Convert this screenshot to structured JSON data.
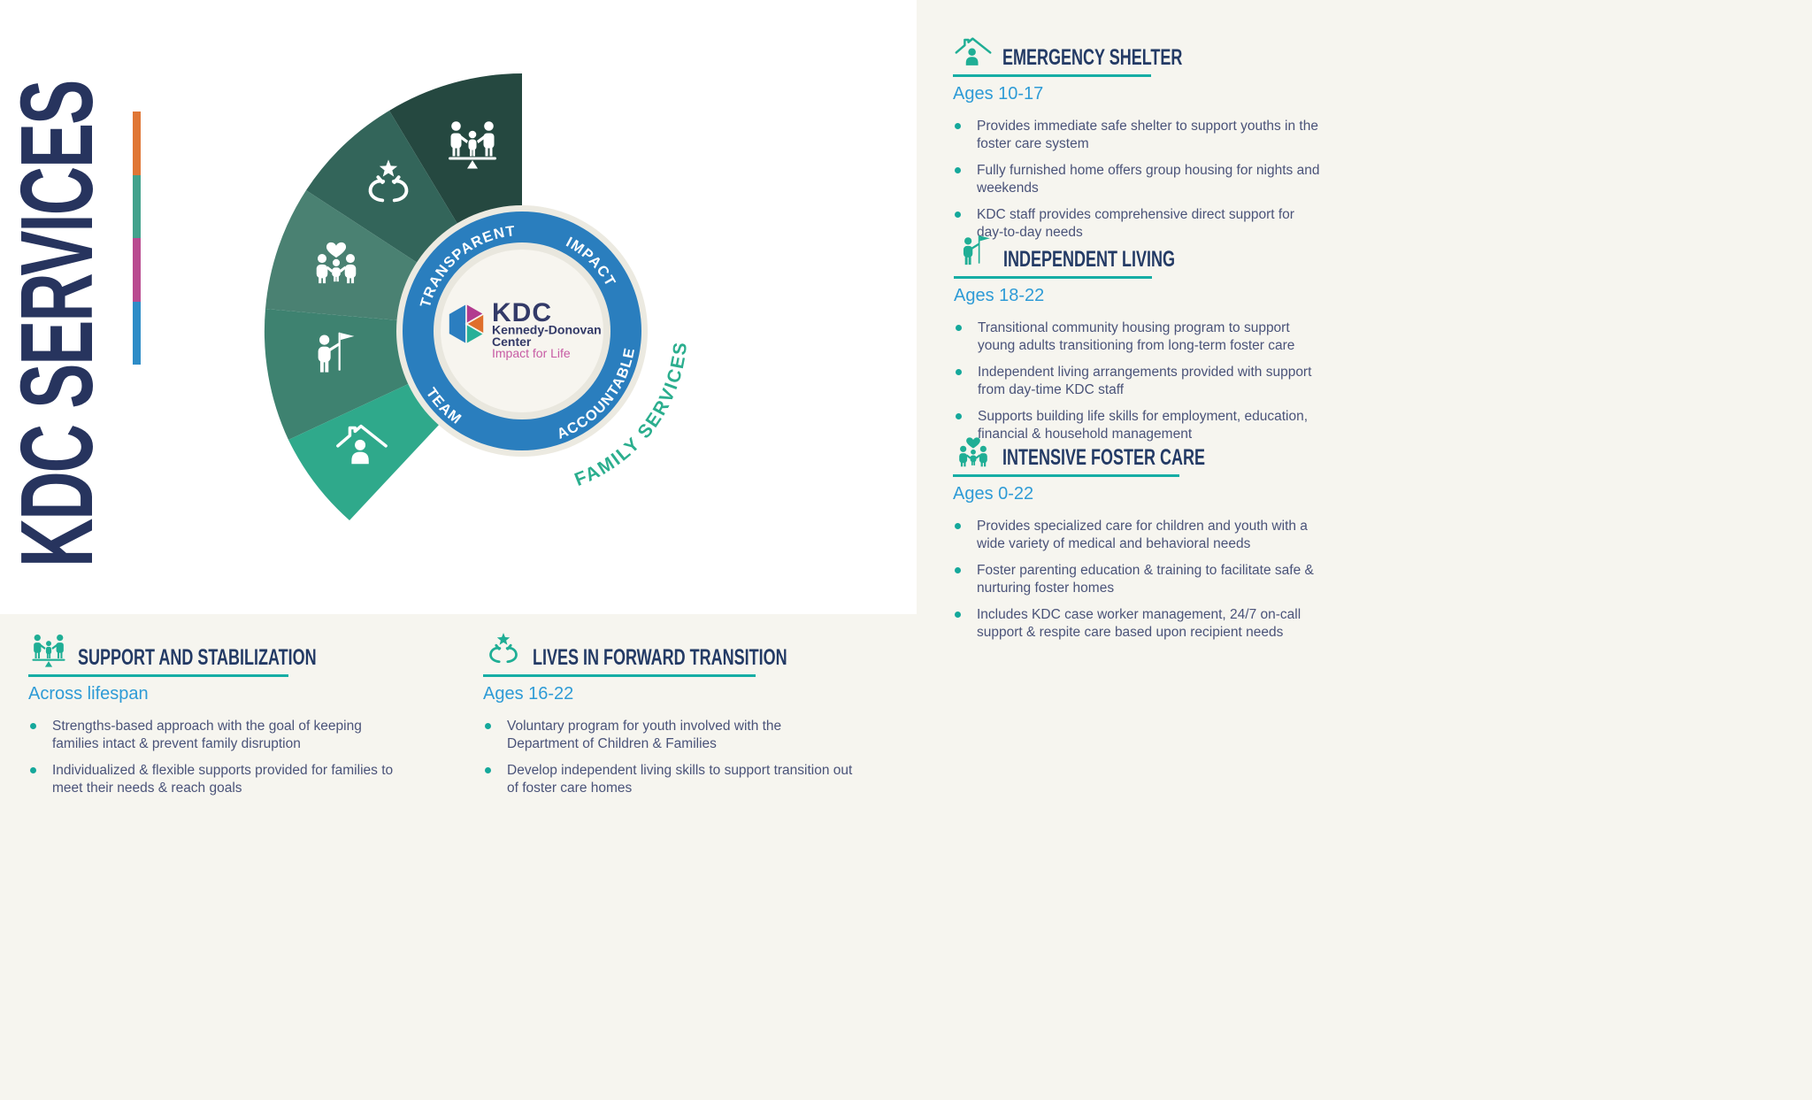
{
  "title": {
    "text": "KDC SERVICES",
    "color": "#27345E"
  },
  "accent_bar": [
    "#E07635",
    "#42A28C",
    "#B94A90",
    "#2D8CC7"
  ],
  "diagram": {
    "ring": {
      "color": "#2A7EBE",
      "word_top_left": "TRANSPARENT",
      "word_top_right": "IMPACT",
      "word_bottom_left": "TEAM",
      "word_bottom_right": "ACCOUNTABLE"
    },
    "outer_label": {
      "text": "FAMILY SERVICES",
      "color": "#2BAE8E"
    },
    "wedges": [
      {
        "icon": "family-balance-icon",
        "color": "#254840"
      },
      {
        "icon": "hands-star-icon",
        "color": "#33655A"
      },
      {
        "icon": "family-heart-icon",
        "color": "#4A8172"
      },
      {
        "icon": "flag-person-icon",
        "color": "#3E8270"
      },
      {
        "icon": "roof-person-icon",
        "color": "#2FA98B"
      }
    ],
    "logo": {
      "abbr": "KDC",
      "name_line1": "Kennedy-Donovan",
      "name_line2": "Center",
      "tagline": "Impact for Life",
      "hex_blue": "#2B7EC0",
      "hex_magenta": "#B23A8F",
      "hex_orange": "#DF6E2B",
      "hex_teal": "#27B098",
      "text_navy": "#333A68",
      "tagline_pink": "#C75BA4"
    }
  },
  "sections": [
    {
      "title": "EMERGENCY SHELTER",
      "ages": "Ages 10-17",
      "icon": "roof-person-icon",
      "bullets": [
        "Provides immediate safe shelter to support youths in the foster care system",
        "Fully furnished home offers group housing for nights and weekends",
        "KDC staff provides comprehensive direct support for day-to-day needs"
      ]
    },
    {
      "title": "INDEPENDENT LIVING",
      "ages": "Ages 18-22",
      "icon": "flag-person-icon",
      "bullets": [
        "Transitional community housing program to support young adults transitioning from long-term foster care",
        "Independent living arrangements provided with support from day-time KDC staff",
        "Supports building life skills for employment, education, financial & household management"
      ]
    },
    {
      "title": "INTENSIVE FOSTER CARE",
      "ages": "Ages 0-22",
      "icon": "family-heart-icon",
      "bullets": [
        "Provides specialized care for children and youth with a wide variety of medical and behavioral needs",
        "Foster parenting education & training to facilitate safe & nurturing foster homes",
        "Includes KDC case worker management, 24/7 on-call support & respite care based upon recipient needs"
      ]
    },
    {
      "title": "SUPPORT AND STABILIZATION",
      "ages": "Across lifespan",
      "icon": "family-balance-icon",
      "bullets": [
        "Strengths-based approach with the goal of keeping families intact & prevent family disruption",
        "Individualized & flexible supports provided for families to meet their needs & reach goals"
      ]
    },
    {
      "title": "LIVES IN FORWARD TRANSITION",
      "ages": "Ages 16-22",
      "icon": "hands-star-icon",
      "bullets": [
        "Voluntary program for youth involved with the Department of Children & Families",
        "Develop independent living skills to support transition out of foster care homes"
      ]
    }
  ]
}
